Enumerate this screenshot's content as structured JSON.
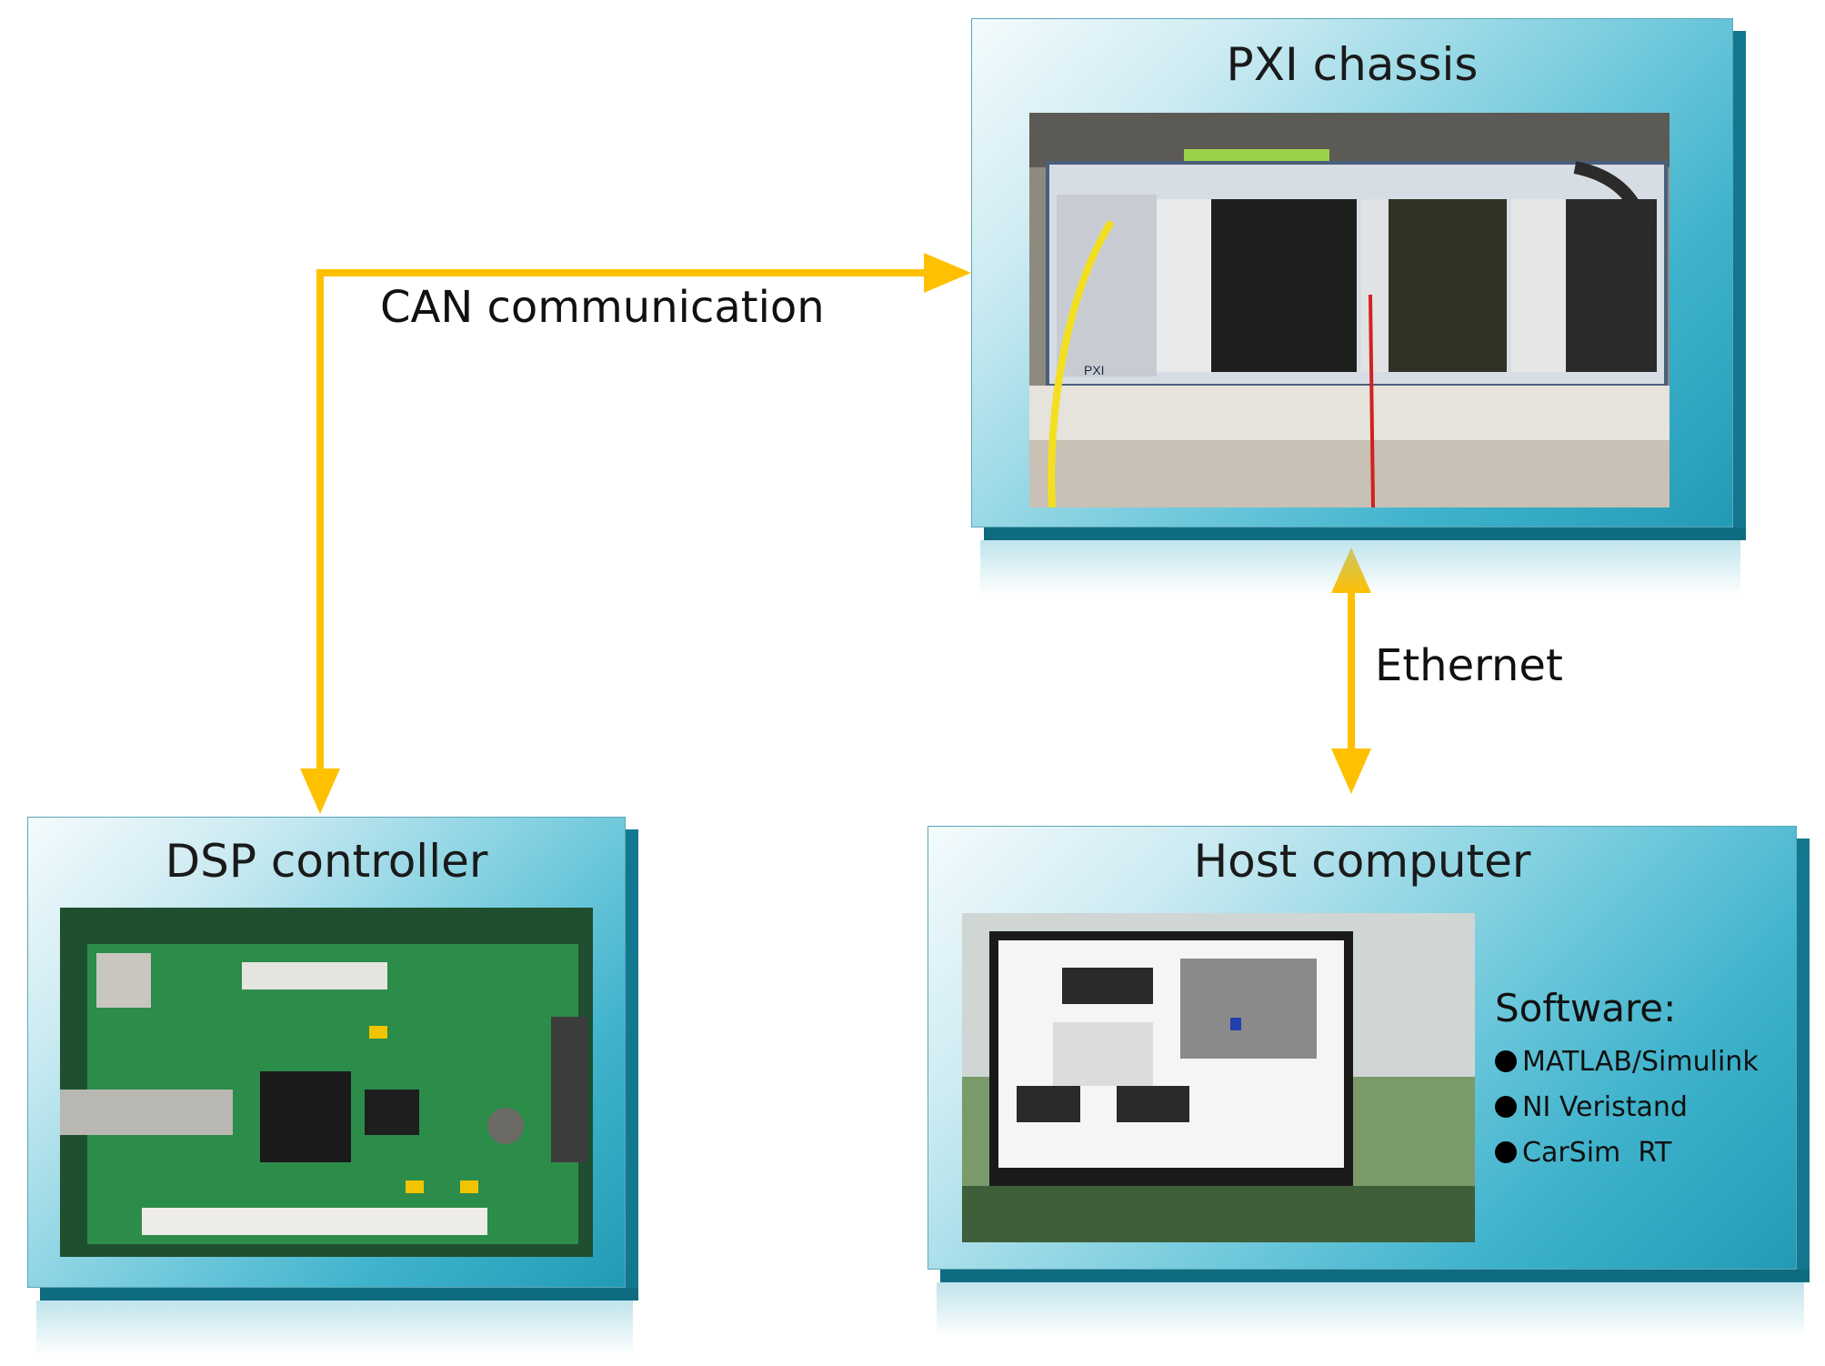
{
  "pxi": {
    "title": "PXI chassis"
  },
  "dsp": {
    "title": "DSP controller"
  },
  "host": {
    "title": "Host computer",
    "software_title": "Software:",
    "software_items": [
      "MATLAB/Simulink",
      "NI Veristand",
      "CarSim  RT"
    ]
  },
  "links": {
    "can": "CAN communication",
    "ethernet": "Ethernet"
  },
  "colors": {
    "arrow": "#ffc000",
    "box_side": "#13788f"
  }
}
